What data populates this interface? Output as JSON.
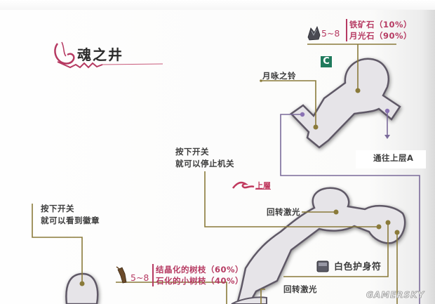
{
  "map": {
    "title": "魂之井",
    "floor_label": "上層",
    "area_badge": "C",
    "watermark": "GAMERSKY",
    "colors": {
      "accent": "#b63a62",
      "leader_line": "#8a7a3a",
      "path_line": "#7b6b9a",
      "badge": "#1f7a5c",
      "room_fill": "#e6e4e8",
      "room_border": "#6a6470"
    },
    "drops": [
      {
        "icon": "ore-icon",
        "count": "5~8",
        "items": [
          "铁矿石（10%）",
          "月光石（90%）"
        ]
      },
      {
        "icon": "branch-icon",
        "count": "5~8",
        "items": [
          "结晶化的树枝（60%）",
          "石化的小树枝（40%）"
        ]
      }
    ],
    "labels": {
      "moon_bell": "月咏之铃",
      "to_upper": "通往上层A",
      "switch_stop_1": "按下开关",
      "switch_stop_2": "就可以停止机关",
      "switch_emblem_1": "按下开关",
      "switch_emblem_2": "就可以看到徽章",
      "rotating_laser_1": "回转激光",
      "rotating_laser_2": "回转激光",
      "white_amulet": "白色护身符"
    }
  }
}
